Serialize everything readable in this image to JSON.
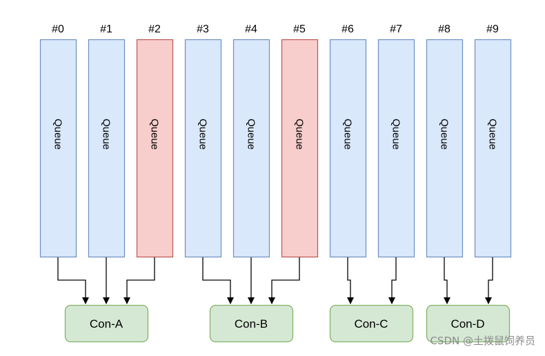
{
  "queue_text": "Queue",
  "queues": [
    {
      "id": "#0",
      "highlighted": false
    },
    {
      "id": "#1",
      "highlighted": false
    },
    {
      "id": "#2",
      "highlighted": true
    },
    {
      "id": "#3",
      "highlighted": false
    },
    {
      "id": "#4",
      "highlighted": false
    },
    {
      "id": "#5",
      "highlighted": true
    },
    {
      "id": "#6",
      "highlighted": false
    },
    {
      "id": "#7",
      "highlighted": false
    },
    {
      "id": "#8",
      "highlighted": false
    },
    {
      "id": "#9",
      "highlighted": false
    }
  ],
  "consumers": [
    {
      "label": "Con-A",
      "queues": [
        0,
        1,
        2
      ]
    },
    {
      "label": "Con-B",
      "queues": [
        3,
        4,
        5
      ]
    },
    {
      "label": "Con-C",
      "queues": [
        6,
        7
      ]
    },
    {
      "label": "Con-D",
      "queues": [
        8,
        9
      ]
    }
  ],
  "colors": {
    "queue_fill": "#dae8fc",
    "queue_stroke": "#6c8ebf",
    "highlight_fill": "#f8cecc",
    "highlight_stroke": "#b85450",
    "consumer_fill": "#d5e8d4",
    "consumer_stroke": "#82b366",
    "arrow": "#000000"
  },
  "watermark": "CSDN @土拨鼠饲养员"
}
